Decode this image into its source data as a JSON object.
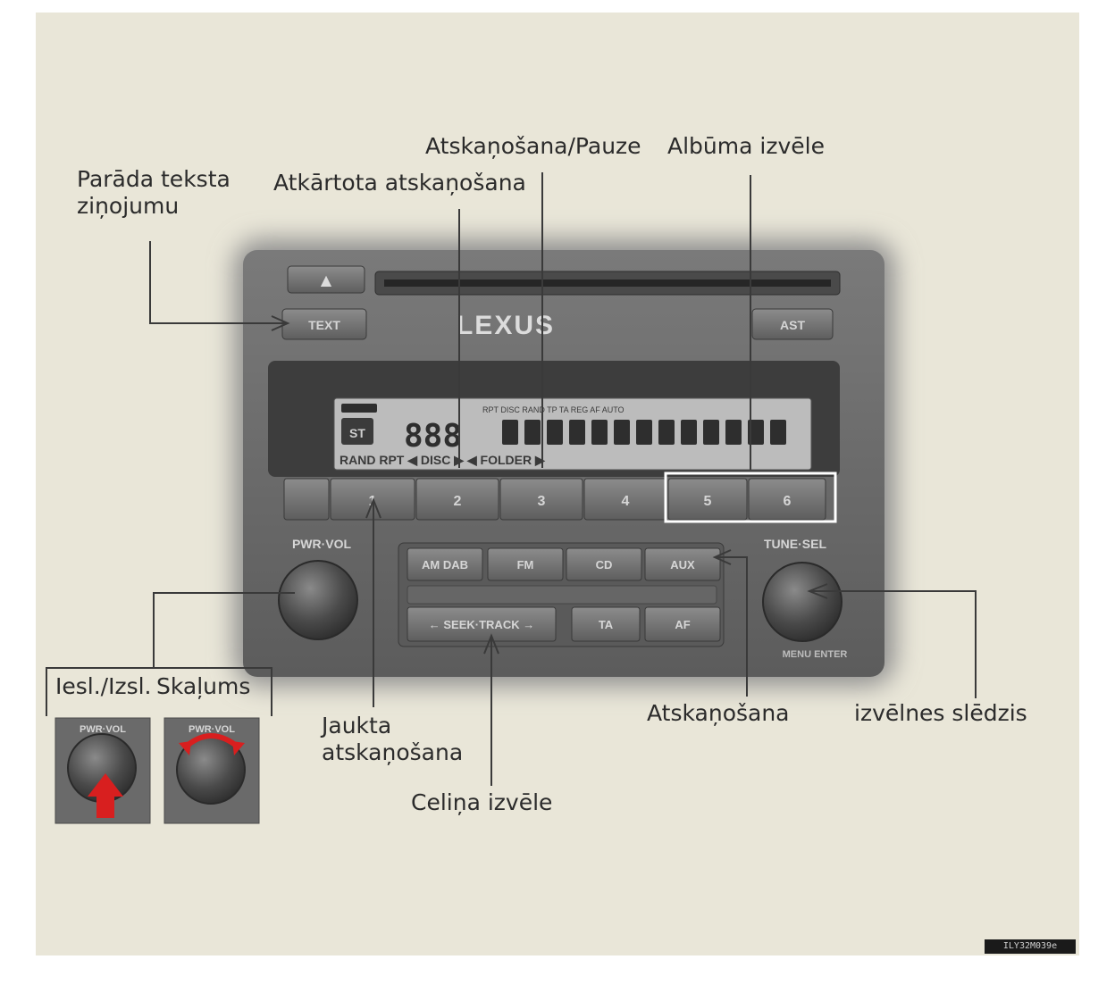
{
  "radio": {
    "brand": "LEXUS",
    "eject_symbol": "▲",
    "text_button": "TEXT",
    "ast_button": "AST",
    "lcd": {
      "badge": "ST",
      "digits": "888",
      "row1": "RPT  DISC  RAND  TP  TA  REG  AF  AUTO",
      "row2": "RAND  RPT  ◀ DISC ▶   ◀ FOLDER ▶"
    },
    "presets": [
      "",
      "1",
      "2",
      "3",
      "4",
      "5",
      "6"
    ],
    "pwr_vol_label": "PWR·VOL",
    "tune_sel_label": "TUNE·SEL",
    "menu_enter_label": "MENU ENTER",
    "source_buttons": [
      "AM DAB",
      "FM",
      "CD",
      "AUX"
    ],
    "bottom_buttons": [
      "← SEEK·TRACK →",
      "TA",
      "AF"
    ],
    "inset_knob_label": "PWR·VOL"
  },
  "callouts": {
    "text_message": [
      "Parāda teksta",
      "ziņojumu"
    ],
    "repeat": "Atkārtota atskaņošana",
    "play_pause": "Atskaņošana/Pauze",
    "album_select": "Albūma izvēle",
    "power": "Iesl./Izsl.",
    "volume": "Skaļums",
    "random": [
      "Jaukta",
      "atskaņošana"
    ],
    "track_select": "Celiņa izvēle",
    "playback": "Atskaņošana",
    "menu_switch": "izvēlnes slēdzis"
  },
  "image_code": "ILY32M039e",
  "colors": {
    "background": "#e9e6d8",
    "panel": "#6e6e6e",
    "lcd": "#bcbcbc",
    "arrow_red": "#d81f1f"
  }
}
